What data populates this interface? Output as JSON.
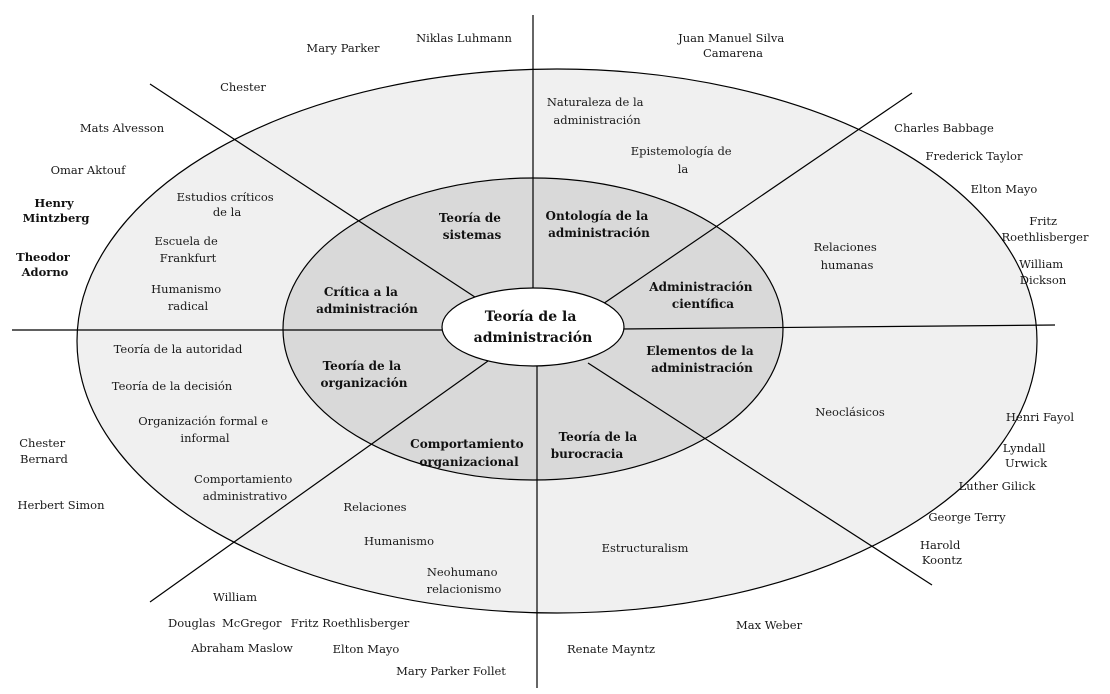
{
  "center": {
    "lines": [
      "Teoría de la",
      "administración"
    ]
  },
  "inner_sectors": {
    "teoria_sistemas": [
      "Teoría de",
      "sistemas"
    ],
    "ontologia": [
      "Ontología de la",
      "administración"
    ],
    "administracion_cientifica": [
      "Administración",
      "científica"
    ],
    "elementos": [
      "Elementos de la",
      "administración"
    ],
    "burocracia": [
      "Teoría de la",
      "burocracia"
    ],
    "comportamiento_org": [
      "Comportamiento",
      "organizacional"
    ],
    "organizacion": [
      "Teoría de la",
      "organización"
    ],
    "critica": [
      "Crítica a la",
      "administración"
    ]
  },
  "middle_labels": {
    "naturaleza": [
      "Naturaleza de la",
      "administración"
    ],
    "epistemologia": [
      "Epistemología de",
      "la"
    ],
    "relaciones_humanas": [
      "Relaciones",
      "humanas"
    ],
    "neoclasicos": [
      "Neoclásicos"
    ],
    "estructuralism": [
      "Estructuralism"
    ],
    "relaciones": [
      "Relaciones"
    ],
    "humanismo": [
      "Humanismo"
    ],
    "neohumano": [
      "Neohumano",
      "relacionismo"
    ],
    "teoria_autoridad": [
      "Teoría de la autoridad"
    ],
    "teoria_decision": [
      "Teoría de la decisión"
    ],
    "organizacion_formal": [
      "Organización formal e",
      "informal"
    ],
    "comportamiento_adm": [
      "Comportamiento",
      "administrativo"
    ],
    "estudios_criticos": [
      "Estudios críticos",
      "de la"
    ],
    "escuela_frankfurt": [
      "Escuela de",
      "Frankfurt"
    ],
    "humanismo_radical": [
      "Humanismo",
      "radical"
    ]
  },
  "authors": {
    "mary_parker": [
      "Mary Parker"
    ],
    "niklas_luhmann": [
      "Niklas Luhmann"
    ],
    "juan_manuel": [
      "Juan Manuel Silva",
      "Camarena"
    ],
    "chester": [
      "Chester"
    ],
    "mats_alvesson": [
      "Mats Alvesson"
    ],
    "omar_aktouf": [
      "Omar Aktouf"
    ],
    "henry_mintzberg": [
      "Henry",
      "Mintzberg"
    ],
    "theodor_adorno": [
      "Theodor",
      "Adorno"
    ],
    "charles_babbage": [
      "Charles Babbage"
    ],
    "frederick_taylor": [
      "Frederick Taylor"
    ],
    "elton_mayo_right": [
      "Elton Mayo"
    ],
    "fritz_right": [
      "Fritz",
      "Roethlisberger"
    ],
    "william_dickson": [
      "William",
      "Dickson"
    ],
    "henri_fayol": [
      "Henri Fayol"
    ],
    "lyndall_urwick": [
      "Lyndall",
      "Urwick"
    ],
    "luther_gilick": [
      "Luther Gilick"
    ],
    "george_terry": [
      "George Terry"
    ],
    "harold_koontz": [
      "Harold",
      "Koontz"
    ],
    "max_weber": [
      "Max Weber"
    ],
    "renate_mayntz": [
      "Renate Mayntz"
    ],
    "mary_parker_follet": [
      "Mary Parker Follet"
    ],
    "elton_mayo_bottom": [
      "Elton Mayo"
    ],
    "abraham_maslow": [
      "Abraham Maslow"
    ],
    "fritz_bottom": [
      "Fritz Roethlisberger"
    ],
    "douglas_mcgregor": [
      "Douglas",
      "McGregor"
    ],
    "william_bottom": [
      "William"
    ],
    "chester_bernard": [
      "Chester",
      "Bernard"
    ],
    "herbert_simon": [
      "Herbert Simon"
    ]
  },
  "colors": {
    "outer_fill": "#f0f0f0",
    "inner_fill": "#d9d9d9",
    "center_fill": "#ffffff",
    "stroke": "#000000"
  }
}
